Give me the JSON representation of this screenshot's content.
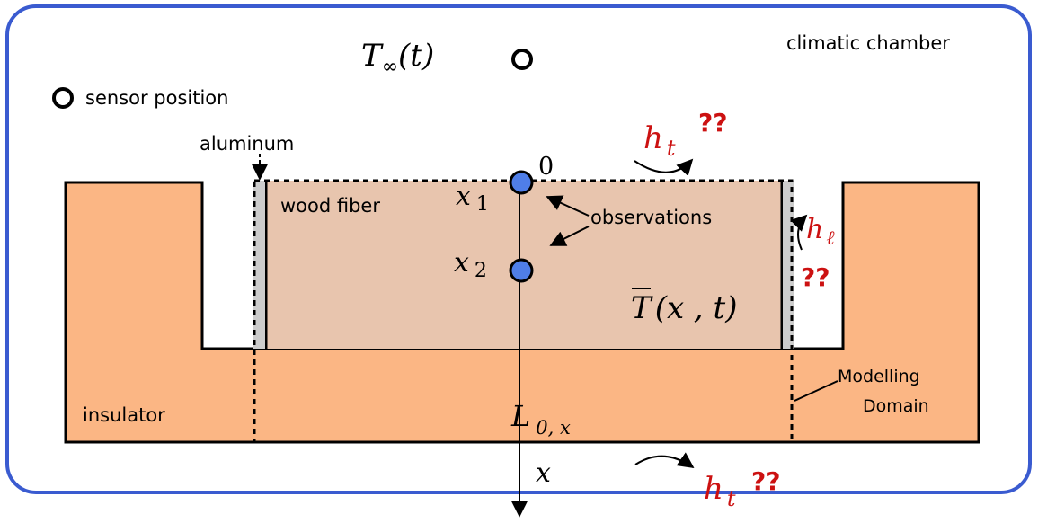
{
  "labels": {
    "chamber": "climatic chamber",
    "sensor_position": "sensor position",
    "aluminum": "aluminum",
    "wood_fiber": "wood fiber",
    "observations": "observations",
    "insulator": "insulator",
    "modelling_domain_line1": "Modelling",
    "modelling_domain_line2": "Domain",
    "unknown_mark": "??"
  },
  "math": {
    "T_inf": "T",
    "T_inf_sub": "∞",
    "T_inf_arg": "(t)",
    "zero": "0",
    "x": "x",
    "sub_1": "1",
    "sub_2": "2",
    "h": "h",
    "sub_t": "t",
    "sub_l": "ℓ",
    "L": "L",
    "L_sub": "0, x",
    "T_bar": "T",
    "T_bar_arg": "(x , t)"
  },
  "colors": {
    "frame": "#3a5bd0",
    "insulator": "#fbb684",
    "wood": "#e8c5ae",
    "aluminum": "#cccccc",
    "sensor": "#4f7ee8",
    "unknown": "#cc1111"
  }
}
